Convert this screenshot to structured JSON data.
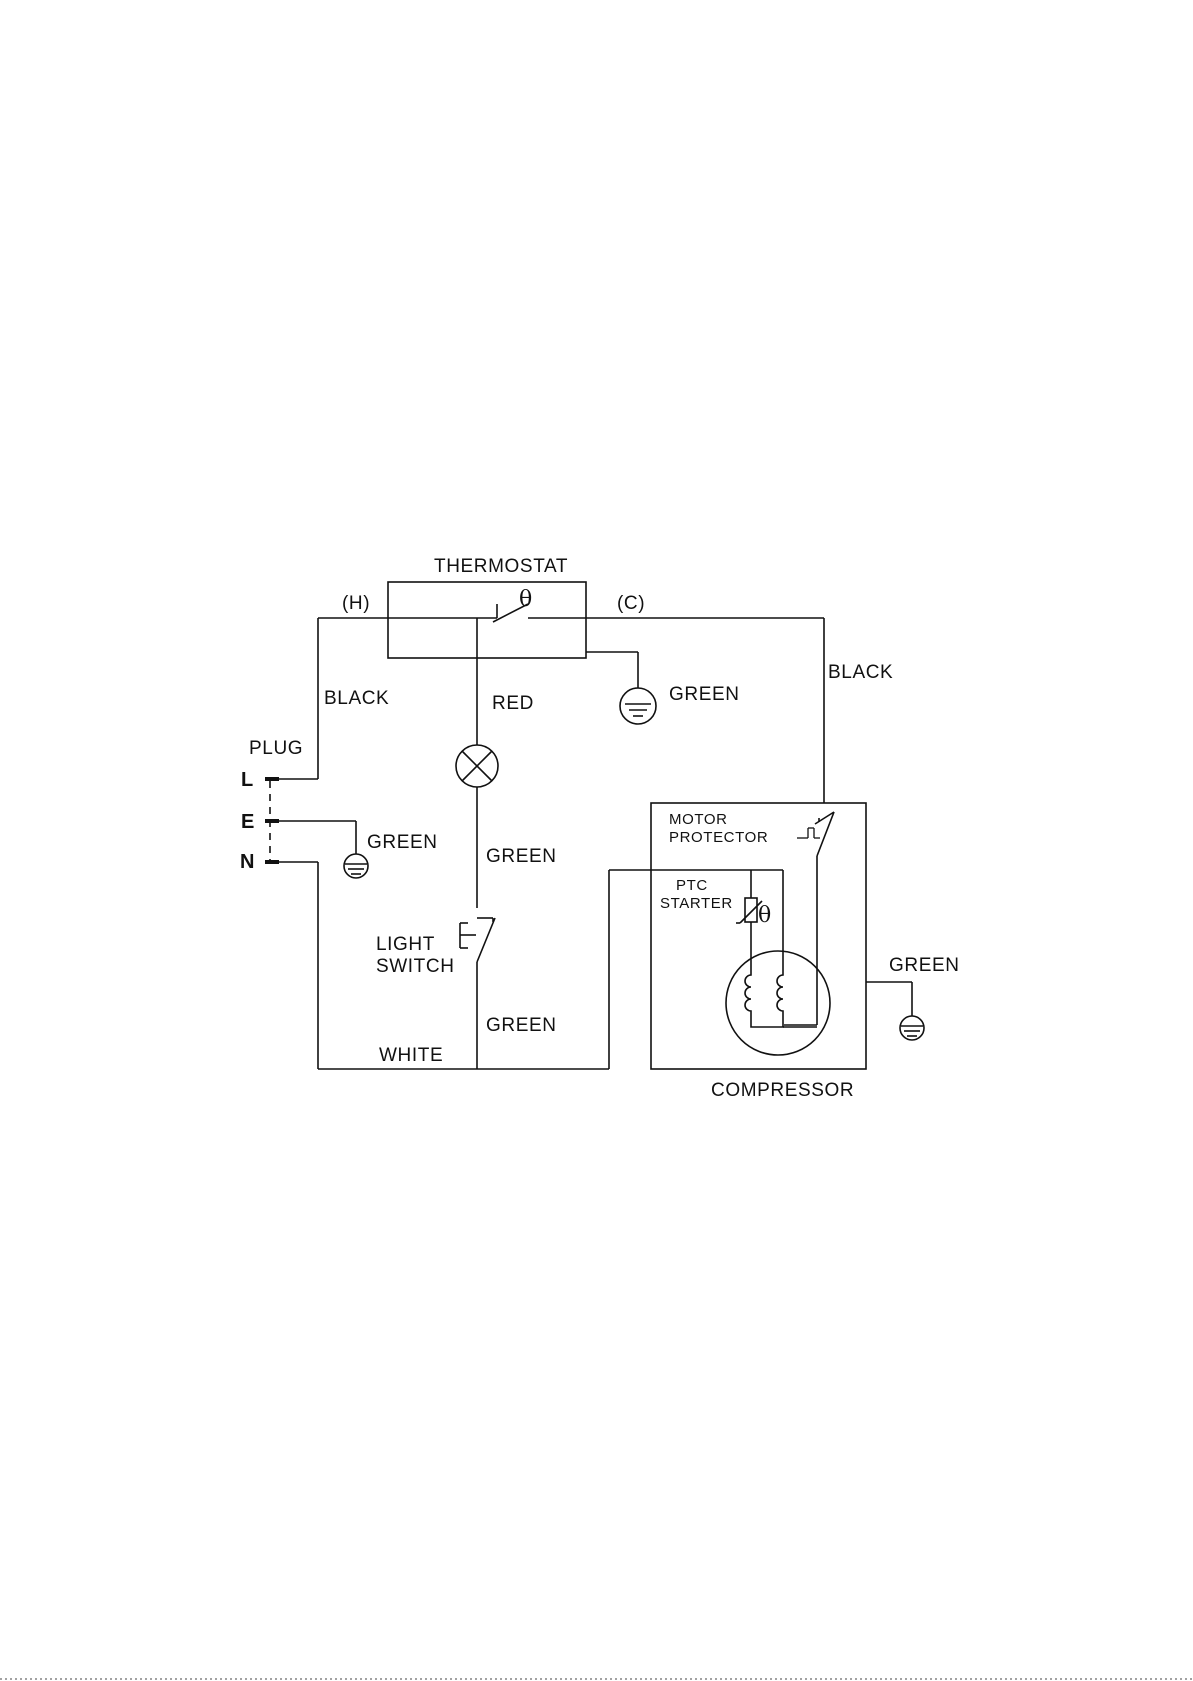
{
  "diagram": {
    "thermostat": {
      "title": "THERMOSTAT",
      "hot_terminal": "(H)",
      "cold_terminal": "(C)",
      "theta": "θ"
    },
    "plug": {
      "title": "PLUG",
      "live": "L",
      "earth": "E",
      "neutral": "N"
    },
    "wires": {
      "black_left": "BLACK",
      "black_right": "BLACK",
      "red": "RED",
      "white": "WHITE",
      "green_thermostat_ground": "GREEN",
      "green_plug_ground": "GREEN",
      "green_lamp": "GREEN",
      "green_switch": "GREEN",
      "green_compressor_ground": "GREEN"
    },
    "light_switch": {
      "line1": "LIGHT",
      "line2": "SWITCH"
    },
    "compressor": {
      "title": "COMPRESSOR",
      "motor_protector_line1": "MOTOR",
      "motor_protector_line2": "PROTECTOR",
      "ptc_line1": "PTC",
      "ptc_line2": "STARTER",
      "theta": "θ"
    }
  }
}
